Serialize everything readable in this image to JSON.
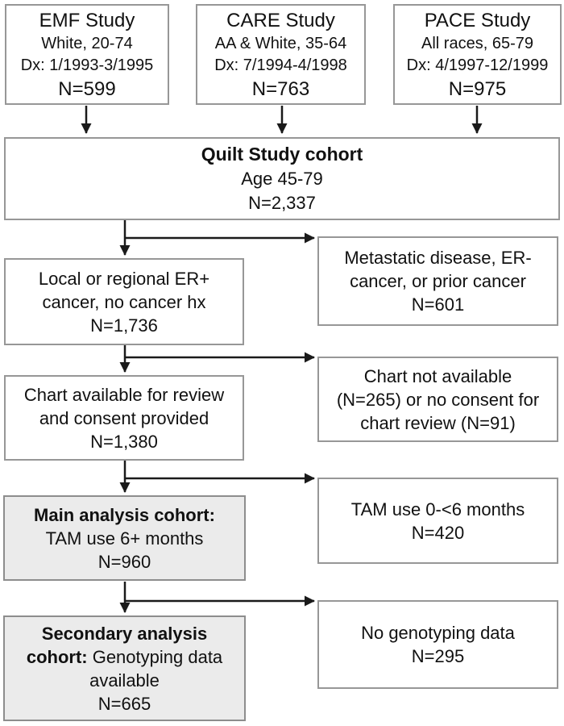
{
  "colors": {
    "box_border": "#979797",
    "shaded_fill": "#ebebeb",
    "arrow": "#1a1a1a",
    "text": "#111111"
  },
  "source_studies": [
    {
      "name": "EMF Study",
      "population": "White, 20-74",
      "diagnosis_period": "Dx: 1/1993-3/1995",
      "n": "N=599"
    },
    {
      "name": "CARE Study",
      "population": "AA & White, 35-64",
      "diagnosis_period": "Dx: 7/1994-4/1998",
      "n": "N=763"
    },
    {
      "name": "PACE Study",
      "population": "All races, 65-79",
      "diagnosis_period": "Dx: 4/1997-12/1999",
      "n": "N=975"
    }
  ],
  "pooled_cohort": {
    "title": "Quilt Study cohort",
    "age_range": "Age 45-79",
    "n": "N=2,337"
  },
  "inclusion_steps": {
    "er_positive": {
      "line1": "Local or regional ER+",
      "line2": "cancer, no cancer hx",
      "n": "N=1,736"
    },
    "chart_available": {
      "line1": "Chart available for review",
      "line2": "and consent provided",
      "n": "N=1,380"
    },
    "main_cohort": {
      "title": "Main analysis cohort:",
      "line2": "TAM use 6+ months",
      "n": "N=960"
    },
    "secondary_cohort": {
      "title_line1": "Secondary analysis",
      "title_line2_bold": "cohort:",
      "line2_rest": " Genotyping data",
      "line3": "available",
      "n": "N=665"
    }
  },
  "exclusions": {
    "metastatic": {
      "line1": "Metastatic disease, ER-",
      "line2": "cancer, or prior cancer",
      "n": "N=601"
    },
    "no_chart": {
      "line1": "Chart not available",
      "line2": "(N=265) or no consent for",
      "line3": "chart review (N=91)"
    },
    "short_tam_use": {
      "line1": "TAM use 0-<6 months",
      "n": "N=420"
    },
    "no_genotyping": {
      "line1": "No genotyping data",
      "n": "N=295"
    }
  }
}
